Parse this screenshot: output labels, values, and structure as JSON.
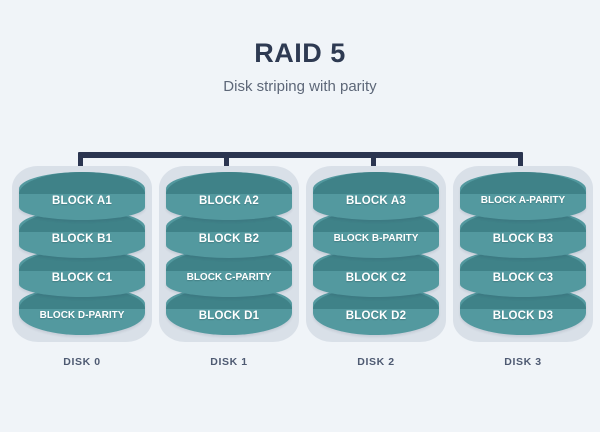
{
  "header": {
    "title": "RAID 5",
    "subtitle": "Disk striping with parity"
  },
  "colors": {
    "background": "#f0f4f8",
    "title": "#2e3a52",
    "subtitle": "#5d6778",
    "connector": "#2b3550",
    "shell": "#d9e0e8",
    "cylinder_body": "#53999f",
    "cylinder_cap": "#3f8288",
    "block_label": "#ffffff",
    "disk_caption": "#4e5a72"
  },
  "disks": [
    {
      "caption": "DISK 0",
      "blocks": [
        {
          "label": "BLOCK A1",
          "parity": false
        },
        {
          "label": "BLOCK B1",
          "parity": false
        },
        {
          "label": "BLOCK C1",
          "parity": false
        },
        {
          "label": "BLOCK D-PARITY",
          "parity": true
        }
      ]
    },
    {
      "caption": "DISK 1",
      "blocks": [
        {
          "label": "BLOCK A2",
          "parity": false
        },
        {
          "label": "BLOCK B2",
          "parity": false
        },
        {
          "label": "BLOCK C-PARITY",
          "parity": true
        },
        {
          "label": "BLOCK D1",
          "parity": false
        }
      ]
    },
    {
      "caption": "DISK 2",
      "blocks": [
        {
          "label": "BLOCK A3",
          "parity": false
        },
        {
          "label": "BLOCK B-PARITY",
          "parity": true
        },
        {
          "label": "BLOCK C2",
          "parity": false
        },
        {
          "label": "BLOCK D2",
          "parity": false
        }
      ]
    },
    {
      "caption": "DISK 3",
      "blocks": [
        {
          "label": "BLOCK A-PARITY",
          "parity": true
        },
        {
          "label": "BLOCK B3",
          "parity": false
        },
        {
          "label": "BLOCK C3",
          "parity": false
        },
        {
          "label": "BLOCK D3",
          "parity": false
        }
      ]
    }
  ]
}
